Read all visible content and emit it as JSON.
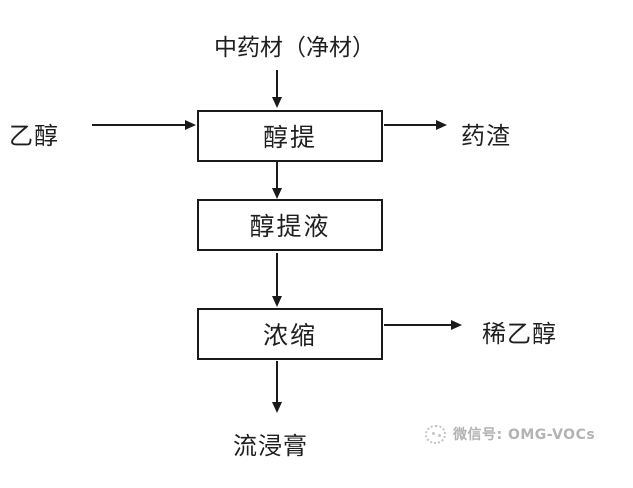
{
  "diagram": {
    "title": "中药材（净材）",
    "nodes": [
      {
        "id": "alcohol-extraction",
        "label": "醇提"
      },
      {
        "id": "alcohol-extract-liquid",
        "label": "醇提液"
      },
      {
        "id": "concentration",
        "label": "浓缩"
      }
    ],
    "inputs": [
      {
        "id": "ethanol",
        "label": "乙醇"
      }
    ],
    "outputs": [
      {
        "id": "residue",
        "label": "药渣"
      },
      {
        "id": "dilute-ethanol",
        "label": "稀乙醇"
      },
      {
        "id": "fluid-extract",
        "label": "流浸膏"
      }
    ],
    "watermark": {
      "icon": "wechat-logo-icon",
      "text": "微信号: OMG-VOCs",
      "color": "#b3b3b3"
    },
    "colors": {
      "line": "#1a1a1a",
      "text": "#1f1f1f",
      "background": "#ffffff"
    }
  }
}
